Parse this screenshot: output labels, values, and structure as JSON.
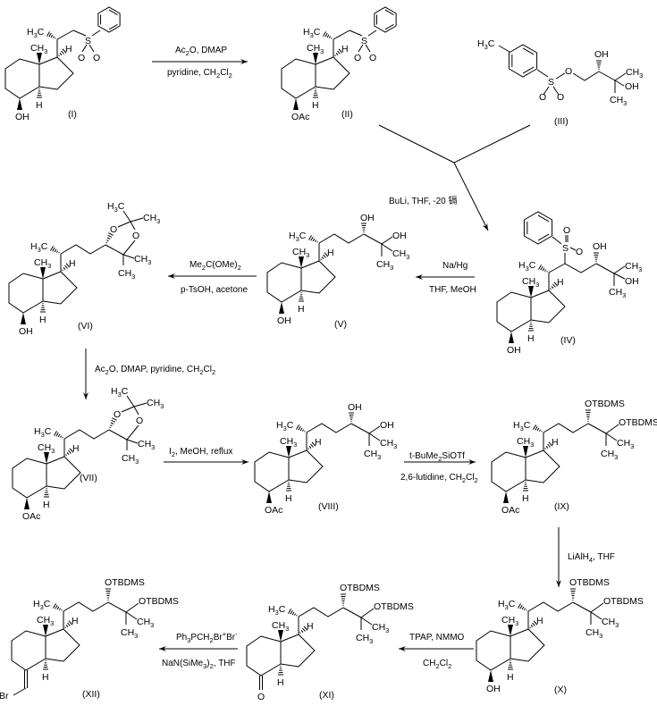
{
  "scheme": {
    "title": "Synthesis of CD-ring bromomethylene fragment (XII)",
    "compounds": [
      {
        "id": "I",
        "label": "(I)",
        "substituent_ring": "OH",
        "side_chain": "CH(CH3)CH2SO2Ph"
      },
      {
        "id": "II",
        "label": "(II)",
        "substituent_ring": "OAc",
        "side_chain": "CH(CH3)CH2SO2Ph"
      },
      {
        "id": "III",
        "label": "(III)",
        "formula_text": "TsO-CH2-CH(OH)-C(CH3)2OH"
      },
      {
        "id": "IV",
        "label": "(IV)",
        "substituent_ring": "OH",
        "side_chain": "sulfone diol"
      },
      {
        "id": "V",
        "label": "(V)",
        "substituent_ring": "OH",
        "side_chain": "diol"
      },
      {
        "id": "VI",
        "label": "(VI)",
        "substituent_ring": "OH",
        "side_chain": "acetonide"
      },
      {
        "id": "VII",
        "label": "(VII)",
        "substituent_ring": "OAc",
        "side_chain": "acetonide"
      },
      {
        "id": "VIII",
        "label": "(VIII)",
        "substituent_ring": "OAc",
        "side_chain": "diol"
      },
      {
        "id": "IX",
        "label": "(IX)",
        "substituent_ring": "OAc",
        "side_chain": "bis-OTBDMS"
      },
      {
        "id": "X",
        "label": "(X)",
        "substituent_ring": "OH",
        "side_chain": "bis-OTBDMS"
      },
      {
        "id": "XI",
        "label": "(XI)",
        "substituent_ring": "O (ketone)",
        "side_chain": "bis-OTBDMS"
      },
      {
        "id": "XII",
        "label": "(XII)",
        "substituent_ring": "=CHBr",
        "side_chain": "bis-OTBDMS"
      }
    ],
    "atoms": {
      "oh": "OH",
      "oac": "OAc",
      "o": "O",
      "s": "S",
      "h": "H",
      "br": "Br",
      "ch3": "CH",
      "h3c": "H",
      "c": "C",
      "three": "3",
      "otbdms": "OTBDMS"
    },
    "reactions": [
      {
        "from": "I",
        "to": "II",
        "above": "Ac2O, DMAP",
        "below": "pyridine, CH2Cl2"
      },
      {
        "from": "II+III",
        "to": "IV",
        "beside": "BuLi, THF, -20 镉"
      },
      {
        "from": "IV",
        "to": "V",
        "above": "Na/Hg",
        "below": "THF, MeOH"
      },
      {
        "from": "V",
        "to": "VI",
        "above": "Me2C(OMe)2",
        "below": "p-TsOH, acetone"
      },
      {
        "from": "VI",
        "to": "VII",
        "beside": "Ac2O, DMAP, pyridine, CH2Cl2"
      },
      {
        "from": "VII",
        "to": "VIII",
        "above": "I2, MeOH, reflux"
      },
      {
        "from": "VIII",
        "to": "IX",
        "above": "t-BuMe2SiOTf",
        "below": "2,6-lutidine, CH2Cl2"
      },
      {
        "from": "IX",
        "to": "X",
        "beside": "LiAlH4, THF"
      },
      {
        "from": "X",
        "to": "XI",
        "above": "TPAP, NMMO",
        "below": "CH2Cl2"
      },
      {
        "from": "XI",
        "to": "XII",
        "above": "Ph3PCH2Br+Br-",
        "below": "NaN(SiMe3)2, THF"
      }
    ],
    "reagent_parts": {
      "r1a": [
        "Ac",
        "2",
        "O, DMAP"
      ],
      "r1b": [
        "pyridine, CH",
        "2",
        "Cl",
        "2"
      ],
      "r2": "BuLi, THF, -20 镉",
      "r3a": "Na/Hg",
      "r3b": "THF, MeOH",
      "r4a": [
        "Me",
        "2",
        "C(OMe)",
        "2"
      ],
      "r4b": "p-TsOH, acetone",
      "r5": [
        "Ac",
        "2",
        "O, DMAP, pyridine, CH",
        "2",
        "Cl",
        "2"
      ],
      "r6a": [
        "I",
        "2",
        ", MeOH, reflux"
      ],
      "r7a": [
        "t-BuMe",
        "2",
        "SiOTf"
      ],
      "r7b": [
        "2,6-lutidine, CH",
        "2",
        "Cl",
        "2"
      ],
      "r8": [
        "LiAlH",
        "4",
        ", THF"
      ],
      "r9a": "TPAP, NMMO",
      "r9b": [
        "CH",
        "2",
        "Cl",
        "2"
      ],
      "r10a": [
        "Ph",
        "3",
        "PCH",
        "2",
        "Br",
        "+",
        "Br",
        "-"
      ],
      "r10b": [
        "NaN(SiMe",
        "3",
        ")",
        "2",
        ", THF"
      ]
    }
  }
}
